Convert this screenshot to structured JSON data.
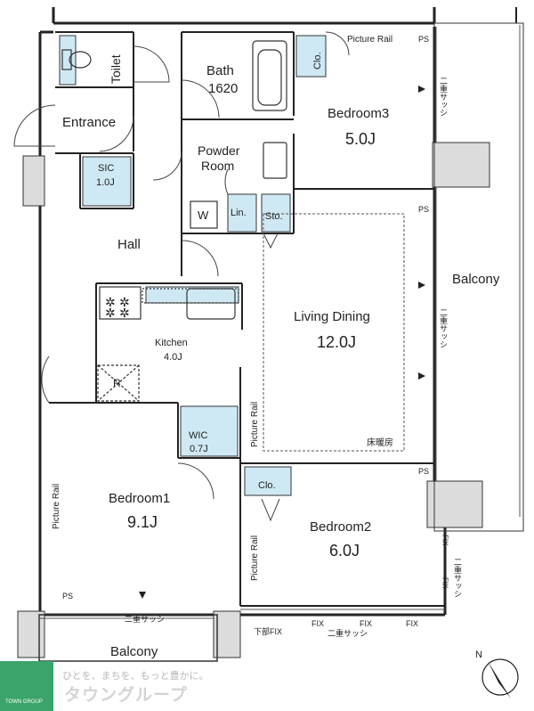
{
  "rooms": {
    "toilet": "Toilet",
    "bath_name": "Bath",
    "bath_size": "1620",
    "entrance": "Entrance",
    "sic_name": "SIC",
    "sic_size": "1.0J",
    "powder_line1": "Powder",
    "powder_line2": "Room",
    "washer": "W",
    "linen": "Lin.",
    "storage": "Sto.",
    "closet3": "Clo.",
    "bedroom3_name": "Bedroom3",
    "bedroom3_size": "5.0J",
    "hall": "Hall",
    "living_name": "Living Dining",
    "living_size": "12.0J",
    "floor_heating": "床暖房",
    "kitchen_name": "Kitchen",
    "kitchen_size": "4.0J",
    "fridge": "R",
    "wic_name": "WIC",
    "wic_size": "0.7J",
    "closet2": "Clo.",
    "bedroom1_name": "Bedroom1",
    "bedroom1_size": "9.1J",
    "bedroom2_name": "Bedroom2",
    "bedroom2_size": "6.0J",
    "balcony_east": "Balcony",
    "balcony_south": "Balcony"
  },
  "annotations": {
    "picture_rail_top": "Picture Rail",
    "picture_rail_center": "Picture Rail",
    "picture_rail_left": "Picture Rail",
    "picture_rail_bed2": "Picture Rail",
    "ps_top": "PS",
    "ps_mid": "PS",
    "ps_lower": "PS",
    "ps_bottom_left": "PS",
    "double_sash_1": "二重サッシ",
    "double_sash_2": "二重サッシ",
    "double_sash_3": "二重サッシ",
    "double_sash_bottom": "二重サッシ",
    "double_sash_bottom2": "二重サッシ",
    "fix_bottom_left": "下部FIX",
    "fix_1": "FIX",
    "fix_2": "FIX",
    "fix_3": "FIX",
    "fix_side_1": "FIX",
    "fix_side_2": "FIX"
  },
  "compass": {
    "label": "N"
  },
  "branding": {
    "tagline": "ひとを、まちを、もっと豊かに。",
    "name": "タウングループ",
    "sub": "TOWN GROUP"
  },
  "colors": {
    "wall": "#222222",
    "wet_area": "#cfe9f4",
    "outline": "#333333"
  }
}
